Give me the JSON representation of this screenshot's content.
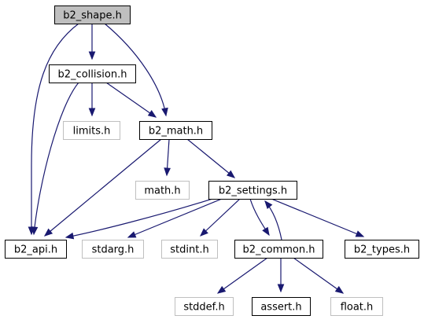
{
  "diagram": {
    "nodes": [
      {
        "id": "b2_shape",
        "label": "b2_shape.h",
        "kind": "root"
      },
      {
        "id": "b2_collision",
        "label": "b2_collision.h",
        "kind": "internal"
      },
      {
        "id": "limits",
        "label": "limits.h",
        "kind": "external"
      },
      {
        "id": "b2_math",
        "label": "b2_math.h",
        "kind": "internal"
      },
      {
        "id": "math",
        "label": "math.h",
        "kind": "external"
      },
      {
        "id": "b2_settings",
        "label": "b2_settings.h",
        "kind": "internal"
      },
      {
        "id": "b2_api",
        "label": "b2_api.h",
        "kind": "internal"
      },
      {
        "id": "stdarg",
        "label": "stdarg.h",
        "kind": "external"
      },
      {
        "id": "stdint",
        "label": "stdint.h",
        "kind": "external"
      },
      {
        "id": "b2_common",
        "label": "b2_common.h",
        "kind": "internal"
      },
      {
        "id": "b2_types",
        "label": "b2_types.h",
        "kind": "internal"
      },
      {
        "id": "stddef",
        "label": "stddef.h",
        "kind": "external"
      },
      {
        "id": "assert",
        "label": "assert.h",
        "kind": "internal"
      },
      {
        "id": "float",
        "label": "float.h",
        "kind": "external"
      }
    ],
    "edges": [
      {
        "from": "b2_shape",
        "to": "b2_collision"
      },
      {
        "from": "b2_shape",
        "to": "b2_api"
      },
      {
        "from": "b2_shape",
        "to": "b2_math"
      },
      {
        "from": "b2_collision",
        "to": "limits"
      },
      {
        "from": "b2_collision",
        "to": "b2_math"
      },
      {
        "from": "b2_collision",
        "to": "b2_api"
      },
      {
        "from": "b2_math",
        "to": "math"
      },
      {
        "from": "b2_math",
        "to": "b2_settings"
      },
      {
        "from": "b2_math",
        "to": "b2_api"
      },
      {
        "from": "b2_settings",
        "to": "b2_api"
      },
      {
        "from": "b2_settings",
        "to": "stdarg"
      },
      {
        "from": "b2_settings",
        "to": "stdint"
      },
      {
        "from": "b2_settings",
        "to": "b2_common"
      },
      {
        "from": "b2_settings",
        "to": "b2_types"
      },
      {
        "from": "b2_common",
        "to": "b2_settings"
      },
      {
        "from": "b2_common",
        "to": "stddef"
      },
      {
        "from": "b2_common",
        "to": "assert"
      },
      {
        "from": "b2_common",
        "to": "float"
      }
    ],
    "colors": {
      "edge": "#191970",
      "root_fill": "#bfbfbf",
      "external_border": "#bfbfbf",
      "internal_border": "#000000"
    }
  }
}
